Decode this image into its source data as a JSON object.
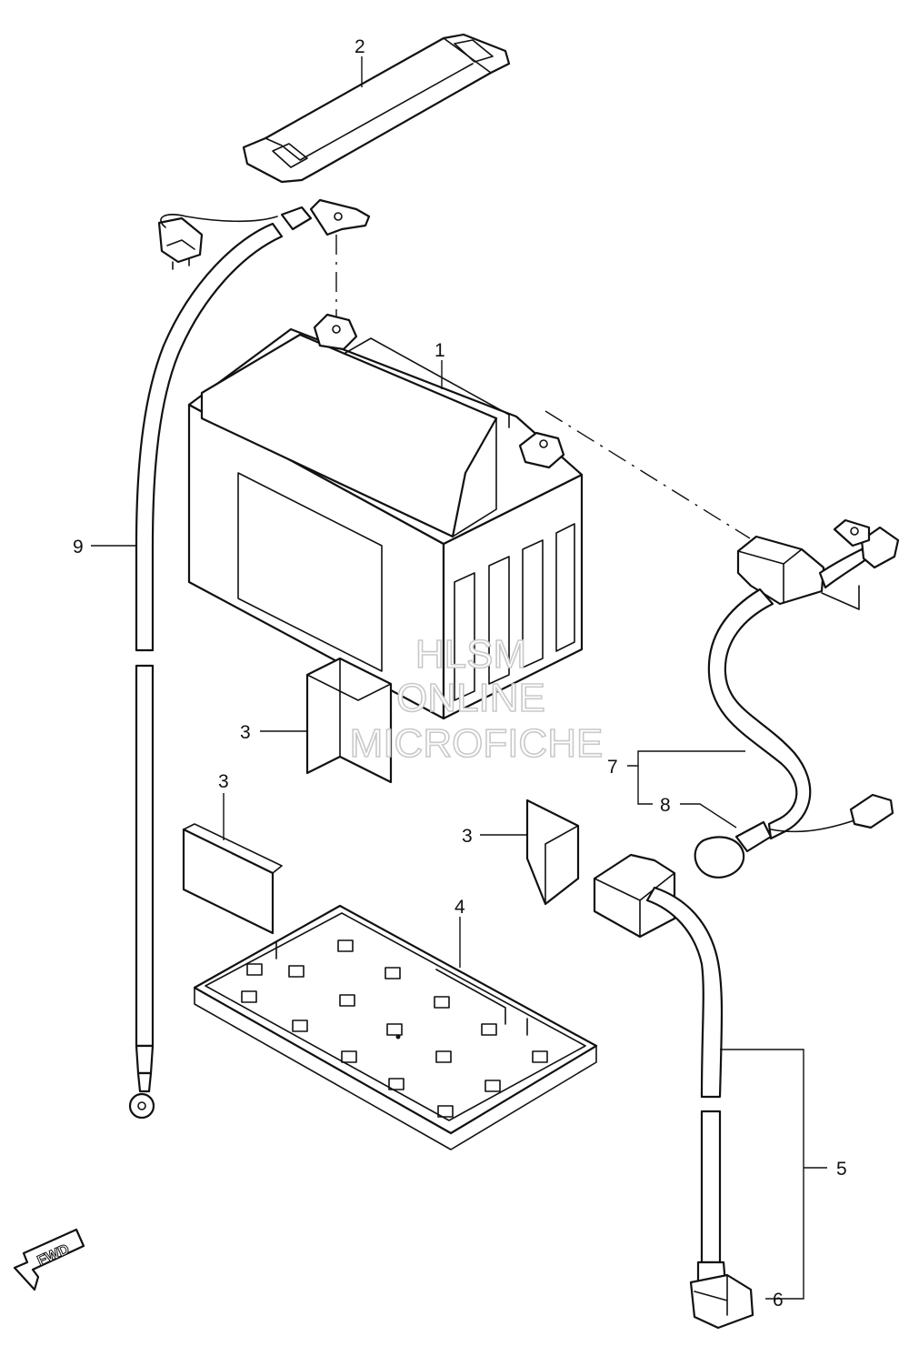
{
  "callouts": {
    "c1": "1",
    "c2": "2",
    "c3a": "3",
    "c3b": "3",
    "c3c": "3",
    "c4": "4",
    "c5": "5",
    "c6": "6",
    "c7": "7",
    "c8": "8",
    "c9": "9"
  },
  "watermark": {
    "line1": "HLSM",
    "line2": "ONLINE",
    "line3": "MICROFICHE"
  },
  "direction": {
    "label": "FWD"
  },
  "colors": {
    "line": "#111111",
    "background": "#ffffff",
    "watermark": "#c9c9c9"
  }
}
